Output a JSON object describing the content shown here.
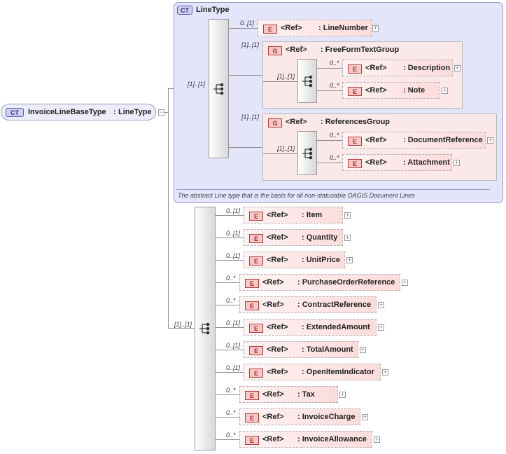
{
  "root": {
    "badge": "CT",
    "name": "InvoiceLineBaseType",
    "type_sep": ":",
    "type": "LineType"
  },
  "line_type": {
    "badge": "CT",
    "title": "LineType",
    "seq_card": "[1]..[1]",
    "annotation": "The abstract Line type that is the basis for all non-statusable OAGIS Document Lines",
    "line_number": {
      "card": "0..[1]",
      "badge": "E",
      "ref": "<Ref>",
      "name": ": LineNumber"
    },
    "free_form_group": {
      "card": "[1]..[1]",
      "badge": "G",
      "ref": "<Ref>",
      "name": ": FreeFormTextGroup",
      "seq_card": "[1]..[1]",
      "items": [
        {
          "card": "0..*",
          "badge": "E",
          "ref": "<Ref>",
          "name": ": Description"
        },
        {
          "card": "0..*",
          "badge": "E",
          "ref": "<Ref>",
          "name": ": Note"
        }
      ]
    },
    "references_group": {
      "card": "[1]..[1]",
      "badge": "G",
      "ref": "<Ref>",
      "name": ": ReferencesGroup",
      "seq_card": "[1]..[1]",
      "items": [
        {
          "card": "0..*",
          "badge": "E",
          "ref": "<Ref>",
          "name": ": DocumentReference"
        },
        {
          "card": "0..*",
          "badge": "E",
          "ref": "<Ref>",
          "name": ": Attachment"
        }
      ]
    }
  },
  "ext_sequence": {
    "card": "[1]..[1]",
    "items": [
      {
        "card": "0..[1]",
        "badge": "E",
        "ref": "<Ref>",
        "name": ": Item"
      },
      {
        "card": "0..[1]",
        "badge": "E",
        "ref": "<Ref>",
        "name": ": Quantity"
      },
      {
        "card": "0..[1]",
        "badge": "E",
        "ref": "<Ref>",
        "name": ": UnitPrice"
      },
      {
        "card": "0..*",
        "badge": "E",
        "ref": "<Ref>",
        "name": ": PurchaseOrderReference"
      },
      {
        "card": "0..*",
        "badge": "E",
        "ref": "<Ref>",
        "name": ": ContractReference"
      },
      {
        "card": "0..[1]",
        "badge": "E",
        "ref": "<Ref>",
        "name": ": ExtendedAmount"
      },
      {
        "card": "0..[1]",
        "badge": "E",
        "ref": "<Ref>",
        "name": ": TotalAmount"
      },
      {
        "card": "0..[1]",
        "badge": "E",
        "ref": "<Ref>",
        "name": ": OpenItemIndicator"
      },
      {
        "card": "0..*",
        "badge": "E",
        "ref": "<Ref>",
        "name": ": Tax"
      },
      {
        "card": "0..*",
        "badge": "E",
        "ref": "<Ref>",
        "name": ": InvoiceCharge"
      },
      {
        "card": "0..*",
        "badge": "E",
        "ref": "<Ref>",
        "name": ": InvoiceAllowance"
      }
    ]
  }
}
